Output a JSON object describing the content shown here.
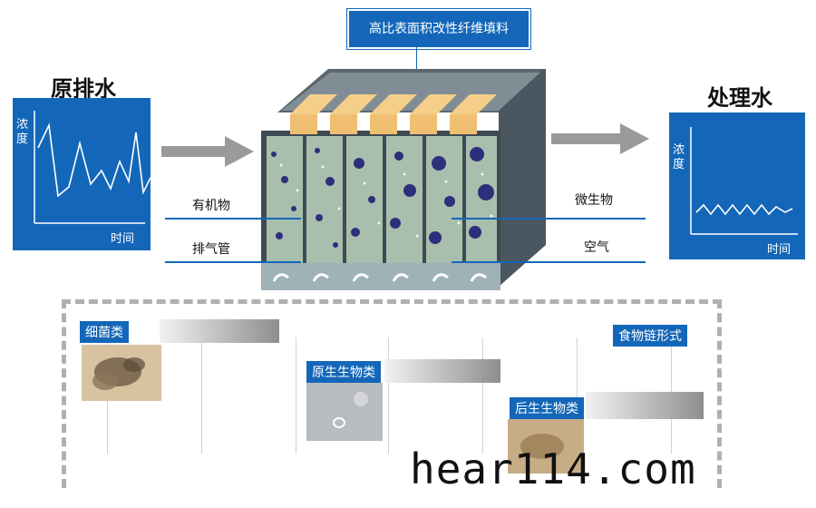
{
  "top_label": "高比表面积改性纤维填料",
  "raw_water": {
    "title": "原排水",
    "y_axis": "浓度",
    "x_axis": "时间"
  },
  "treated_water": {
    "title": "处理水",
    "y_axis": "浓度",
    "x_axis": "时间"
  },
  "callouts": {
    "organic": "有机物",
    "exhaust": "排气管",
    "microbes": "微生物",
    "air": "空气"
  },
  "food_chain": {
    "label": "食物链形式",
    "stages": [
      {
        "name": "细菌类"
      },
      {
        "name": "原生生物类"
      },
      {
        "name": "后生生物类"
      }
    ]
  },
  "watermark": "hear114.com",
  "colors": {
    "blue": "#1467b8",
    "arrow_gray": "#9a9a9a",
    "media_orange": "#f0bf72",
    "tank_dark": "#3f4a52"
  }
}
